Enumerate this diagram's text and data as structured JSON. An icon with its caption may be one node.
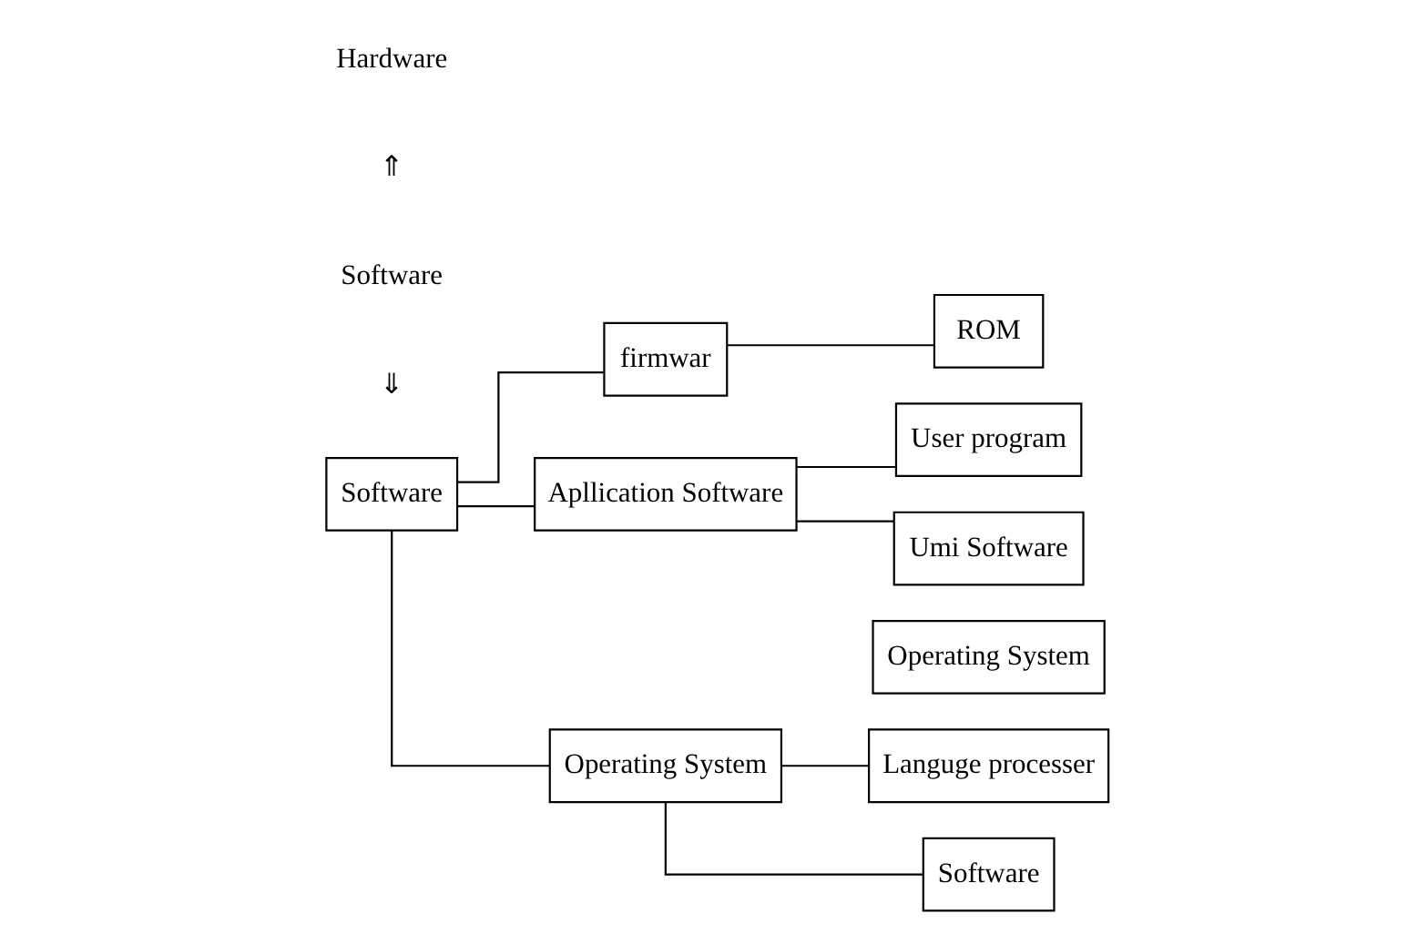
{
  "diagram": {
    "nodes": [
      {
        "text": [
          "Software"
        ]
      },
      {
        "text": [
          "firmwar"
        ]
      },
      {
        "text": [
          "ROM"
        ]
      },
      {
        "text": [
          "Apllication Software"
        ]
      },
      {
        "text": [
          "User program"
        ]
      },
      {
        "text": [
          "Umi Software"
        ]
      },
      {
        "text": [
          "Operating System"
        ]
      },
      {
        "text": [
          "Operating System"
        ]
      },
      {
        "text": [
          "Languge processer"
        ]
      },
      {
        "text": [
          "Software"
        ]
      }
    ],
    "edges": [
      {
        "from": 0,
        "to": 1,
        "arrow": "none"
      },
      {
        "from": 1,
        "to": 2,
        "arrow": "none"
      },
      {
        "from": 0,
        "to": 3,
        "arrow": "none"
      },
      {
        "from": 3,
        "to": 4,
        "arrow": "none"
      },
      {
        "from": 3,
        "to": 5,
        "arrow": "none"
      },
      {
        "from": 0,
        "to": 7,
        "arrow": "none"
      },
      {
        "from": 7,
        "to": 8,
        "arrow": "none"
      },
      {
        "from": 7,
        "to": 9,
        "arrow": "none"
      }
    ],
    "labels": [
      "Hardware",
      "⇑",
      "Software",
      "⇓"
    ]
  }
}
